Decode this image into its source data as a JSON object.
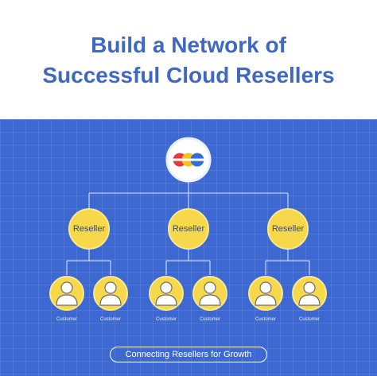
{
  "title": {
    "line1": "Build a Network of",
    "line2": "Successful Cloud Resellers"
  },
  "colors": {
    "title": "#3f68c2",
    "panel": "#3d68d2",
    "reseller_fill": "#f6d84a",
    "customer_fill": "#f6d84a",
    "logo_red": "#e23b3b",
    "logo_yellow": "#f5c518",
    "logo_blue": "#2f6fd8"
  },
  "hub": {
    "icon": "cloud-logo-icon"
  },
  "resellers": [
    {
      "label": "Reseller",
      "customers": [
        "Customer",
        "Customer"
      ]
    },
    {
      "label": "Reseller",
      "customers": [
        "Customer",
        "Customer"
      ]
    },
    {
      "label": "Reseller",
      "customers": [
        "Customer",
        "Customer"
      ]
    }
  ],
  "footer": {
    "tagline": "Connecting Resellers for Growth"
  }
}
